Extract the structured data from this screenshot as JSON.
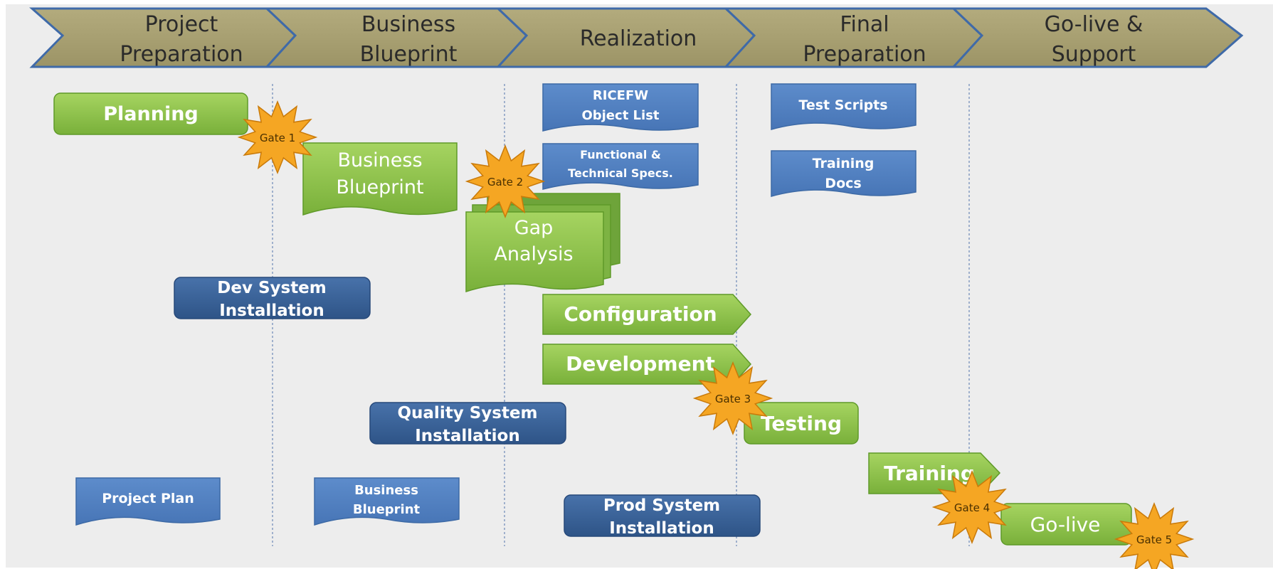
{
  "colors": {
    "background": "#ededed",
    "phase_fill": "#a79f71",
    "phase_stroke": "#3f6aa8",
    "phase_text": "#2a2a2a",
    "green_box": "#8dc04a",
    "green_box_dark": "#5f9a29",
    "blue_doc": "#4f7fc1",
    "dark_blue_box": "#365f95",
    "gate_fill": "#f5a623",
    "gate_text": "#4a3000",
    "divider": "#9fb0cc"
  },
  "phases": [
    {
      "line1": "Project",
      "line2": "Preparation"
    },
    {
      "line1": "Business",
      "line2": "Blueprint"
    },
    {
      "line1": "Realization",
      "line2": ""
    },
    {
      "line1": "Final",
      "line2": "Preparation"
    },
    {
      "line1": "Go-live &",
      "line2": "Support"
    }
  ],
  "green_tasks": {
    "planning": "Planning",
    "business_blueprint": [
      "Business",
      "Blueprint"
    ],
    "gap_analysis": [
      "Gap",
      "Analysis"
    ],
    "configuration": "Configuration",
    "development": "Development",
    "testing": "Testing",
    "training": "Training",
    "go_live": "Go-live"
  },
  "deliverables": {
    "ricefw": [
      "RICEFW",
      "Object List"
    ],
    "specs": [
      "Functional &",
      "Technical Specs."
    ],
    "test_scripts": "Test Scripts",
    "training_docs": [
      "Training",
      "Docs"
    ],
    "project_plan": "Project Plan",
    "business_blueprint_doc": [
      "Business",
      "Blueprint"
    ]
  },
  "system_installs": {
    "dev": [
      "Dev System",
      "Installation"
    ],
    "quality": [
      "Quality System",
      "Installation"
    ],
    "prod": [
      "Prod System",
      "Installation"
    ]
  },
  "gates": [
    "Gate 1",
    "Gate 2",
    "Gate 3",
    "Gate 4",
    "Gate 5"
  ]
}
